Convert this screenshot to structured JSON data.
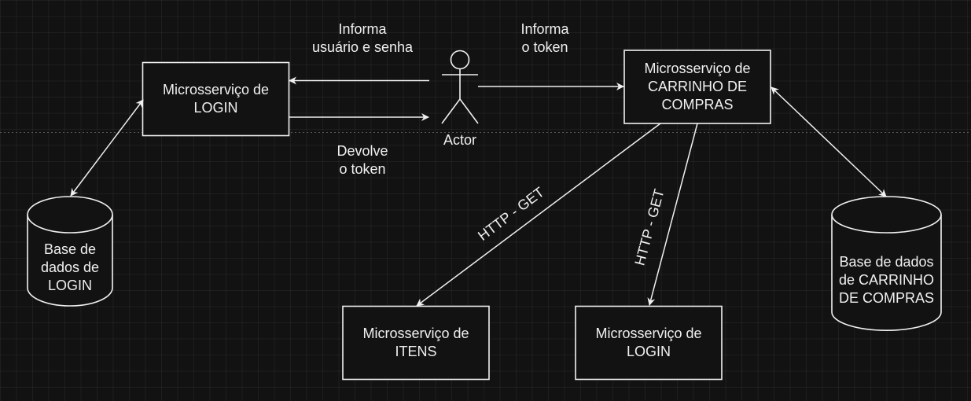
{
  "colors": {
    "background": "#121212",
    "stroke": "#f0f0f0",
    "text": "#f0f0f0"
  },
  "nodes": {
    "login_service": {
      "label": "Microsserviço de\nLOGIN"
    },
    "cart_service": {
      "label": "Microsserviço de\nCARRINHO DE\nCOMPRAS"
    },
    "items_service": {
      "label": "Microsserviço de\nITENS"
    },
    "login_service_bottom": {
      "label": "Microsserviço de\nLOGIN"
    },
    "login_db": {
      "label": "Base de\ndados de\nLOGIN"
    },
    "cart_db": {
      "label": "Base de dados\nde CARRINHO\nDE COMPRAS"
    },
    "actor": {
      "label": "Actor"
    }
  },
  "edge_labels": {
    "informa_usuario": "Informa\nusuário e senha",
    "devolve_token": "Devolve\no token",
    "informa_token": "Informa\no token",
    "http_get_items": "HTTP - GET",
    "http_get_login": "HTTP - GET"
  }
}
